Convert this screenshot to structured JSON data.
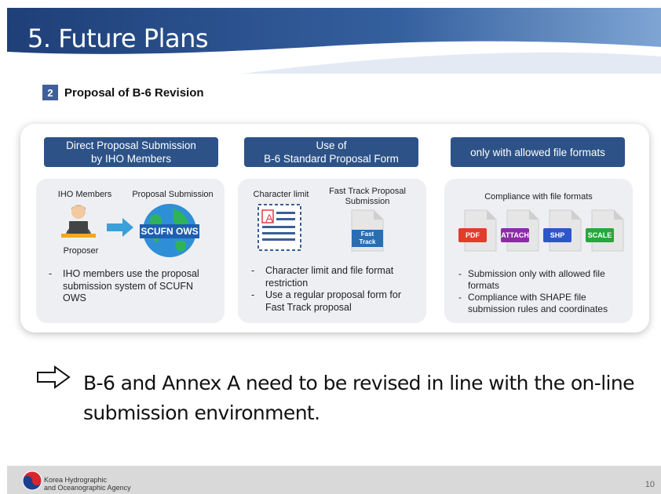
{
  "slide": {
    "title": "5. Future Plans",
    "section_number": "2",
    "section_title": "Proposal of B-6 Revision"
  },
  "columns": [
    {
      "header_line1": "Direct Proposal Submission",
      "header_line2": "by IHO Members",
      "label_members": "IHO Members",
      "label_submission": "Proposal Submission",
      "label_proposer": "Proposer",
      "globe_text": "SCUFN OWS",
      "bullets": [
        "IHO members use the proposal submission system of SCUFN OWS"
      ]
    },
    {
      "header_line1": "Use of",
      "header_line2": "B-6 Standard Proposal Form",
      "label_char_limit": "Character limit",
      "label_fast_track": "Fast Track Proposal Submission",
      "doc_letter": "A",
      "fast_track_tag": "Fast Track",
      "bullets": [
        "Character limit and file format restriction",
        "Use a regular proposal form for Fast Track proposal"
      ]
    },
    {
      "header_line1": "only with allowed file formats",
      "label_compliance": "Compliance with file formats",
      "formats": [
        {
          "name": "PDF",
          "color": "#e23d2b"
        },
        {
          "name": "ATTACH",
          "color": "#8e2aa8"
        },
        {
          "name": "SHP",
          "color": "#2c57c9"
        },
        {
          "name": "SCALE",
          "color": "#27a83c"
        }
      ],
      "bullets": [
        "Submission only with allowed file formats",
        "Compliance with SHAPE file submission rules and coordinates"
      ]
    }
  ],
  "conclusion": "B-6 and Annex A need to be revised in line with the on-line submission environment.",
  "footer": {
    "agency_line1": "Korea Hydrographic",
    "agency_line2": "and Oceanographic Agency",
    "page_number": "10"
  },
  "colors": {
    "header_blue": "#2d5287",
    "accent": "#3f5f98"
  }
}
